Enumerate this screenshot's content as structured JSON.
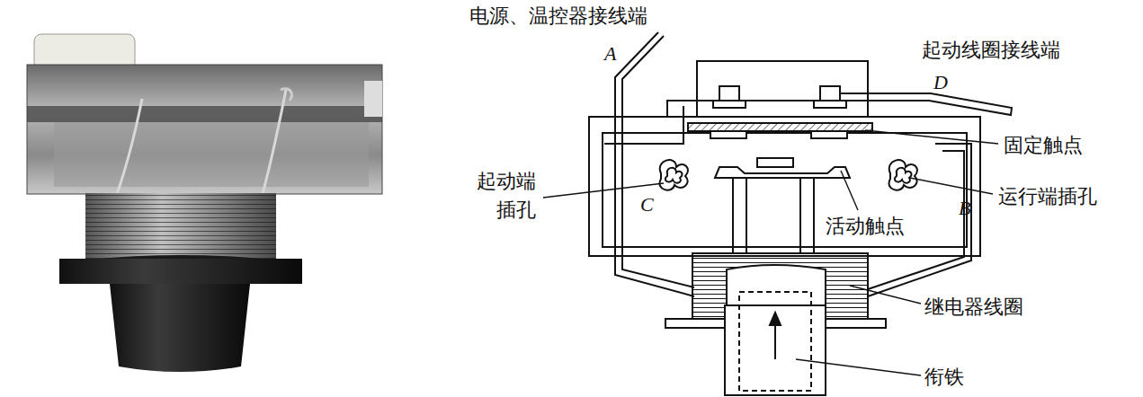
{
  "diagram": {
    "labels": [
      "电源、温控器接线端",
      "A",
      "起动线圈接线端",
      "D",
      "固定触点",
      "起动端 插孔",
      "C",
      "运行端插孔",
      "B",
      "活动触点",
      "继电器线圈",
      "衔铁"
    ]
  }
}
